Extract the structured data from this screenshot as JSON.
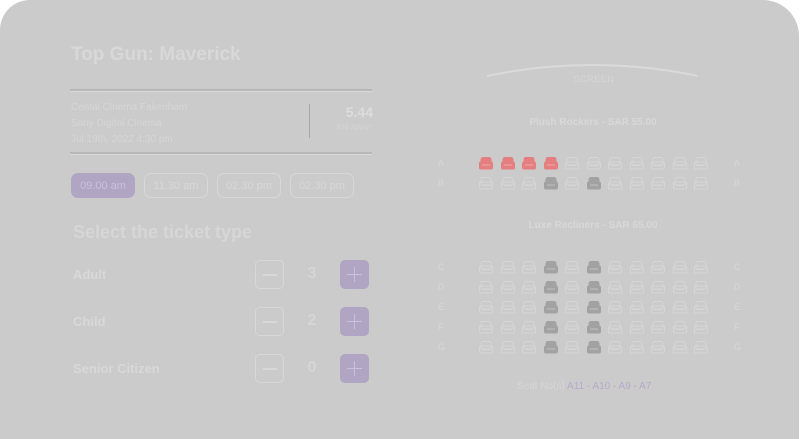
{
  "movie": {
    "title": "Top Gun: Maverick",
    "cinema": "Cental Cinema Fakenham",
    "format": "Sony Digital Cinema",
    "datetime": "Jul 19th, 2022  4:30 pm",
    "distance_value": "5.44",
    "distance_unit": "KM AWAY"
  },
  "showtimes": [
    {
      "label": "09.00 am",
      "active": true
    },
    {
      "label": "11.30 am",
      "active": false
    },
    {
      "label": "02.30 pm",
      "active": false
    },
    {
      "label": "02.30 pm",
      "active": false
    }
  ],
  "tickets": {
    "heading": "Select the ticket type",
    "types": [
      {
        "label": "Adult",
        "count": "3"
      },
      {
        "label": "Child",
        "count": "2"
      },
      {
        "label": "Senior Citizen",
        "count": "0"
      }
    ]
  },
  "seatmap": {
    "screen_label": "SCREEN",
    "sections": [
      {
        "title": "Plush Rockers - SAR 55.00",
        "rows": [
          {
            "label": "A",
            "seats": [
              "selected",
              "selected",
              "selected",
              "selected",
              "available",
              "available",
              "available",
              "available",
              "available",
              "available",
              "available"
            ]
          },
          {
            "label": "B",
            "seats": [
              "available",
              "available",
              "available",
              "booked",
              "available",
              "booked",
              "available",
              "available",
              "available",
              "available",
              "available"
            ]
          }
        ]
      },
      {
        "title": "Luxe Recliners - SAR 65.00",
        "rows": [
          {
            "label": "C",
            "seats": [
              "available",
              "available",
              "available",
              "booked",
              "available",
              "booked",
              "available",
              "available",
              "available",
              "available",
              "available"
            ]
          },
          {
            "label": "D",
            "seats": [
              "available",
              "available",
              "available",
              "booked",
              "available",
              "booked",
              "available",
              "available",
              "available",
              "available",
              "available"
            ]
          },
          {
            "label": "E",
            "seats": [
              "available",
              "available",
              "available",
              "booked",
              "available",
              "booked",
              "available",
              "available",
              "available",
              "available",
              "available"
            ]
          },
          {
            "label": "F",
            "seats": [
              "available",
              "available",
              "available",
              "booked",
              "available",
              "booked",
              "available",
              "available",
              "available",
              "available",
              "available"
            ]
          },
          {
            "label": "G",
            "seats": [
              "available",
              "available",
              "available",
              "booked",
              "available",
              "booked",
              "available",
              "available",
              "available",
              "available",
              "available"
            ]
          }
        ]
      }
    ],
    "seat_colors": {
      "selected": "#e57f7f",
      "booked": "#a2a2a2",
      "available": "#d6d6d6"
    },
    "selected_label": "Seat No(s)",
    "selected_value": "A11 - A10 - A9 - A7"
  },
  "colors": {
    "accent": "#b0a5c3",
    "overlay": "#cbcbcb"
  }
}
